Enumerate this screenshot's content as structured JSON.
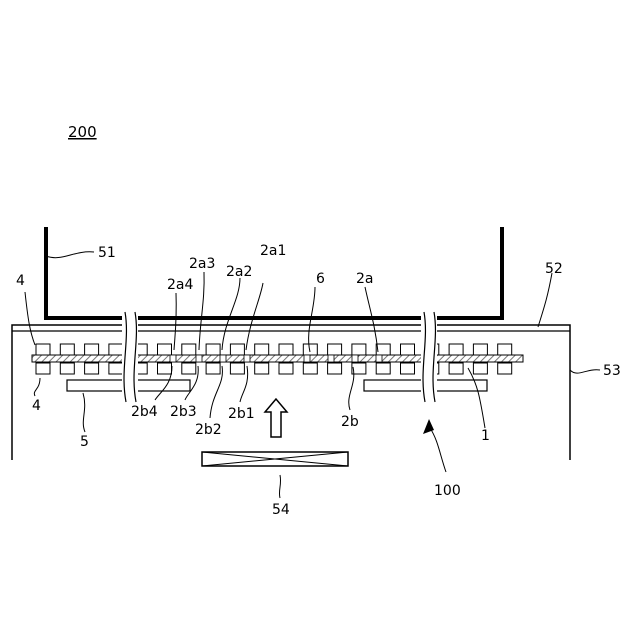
{
  "figure": {
    "label": "200"
  },
  "labels": {
    "box_51": "51",
    "plate_52": "52",
    "housing_53": "53",
    "heater_54": "54",
    "wiring_1": "1",
    "substrate_2a": "2a",
    "substrate_2b": "2b",
    "chip_2a1": "2a1",
    "chip_2a2": "2a2",
    "chip_2a3": "2a3",
    "chip_2a4": "2a4",
    "chip_2b1": "2b1",
    "chip_2b2": "2b2",
    "chip_2b3": "2b3",
    "chip_2b4": "2b4",
    "component_4_top": "4",
    "component_4_bottom": "4",
    "support_5": "5",
    "bond_6": "6",
    "assembly_100": "100"
  },
  "colors": {
    "line": "#000000",
    "hatch": "#9a9a9a",
    "background": "#ffffff"
  },
  "icons": {
    "heat_arrow": "up-arrow-icon",
    "heater_cross": "x-cross-icon",
    "break": "wavy-break-icon"
  }
}
